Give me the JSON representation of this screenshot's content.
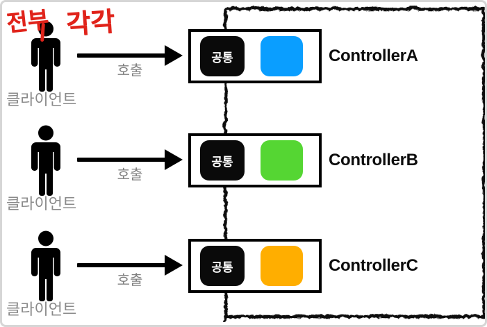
{
  "annotation": {
    "word1": "전부",
    "word2": "각각",
    "color": "#e0231a"
  },
  "boundary_box": {
    "border_color": "#111111",
    "style": "hand-drawn"
  },
  "rows": [
    {
      "client_icon": "person-silhouette-icon",
      "client_label": "클라이언트",
      "call_label": "호출",
      "common_label": "공통",
      "component_color": "#0a9eff",
      "controller_name": "ControllerA"
    },
    {
      "client_icon": "person-silhouette-icon",
      "client_label": "클라이언트",
      "call_label": "호출",
      "common_label": "공통",
      "component_color": "#55d633",
      "controller_name": "ControllerB"
    },
    {
      "client_icon": "person-silhouette-icon",
      "client_label": "클라이언트",
      "call_label": "호출",
      "common_label": "공통",
      "component_color": "#ffae00",
      "controller_name": "ControllerC"
    }
  ],
  "colors": {
    "client_label": "#8a8a8a",
    "call_label": "#7f7f7f",
    "arrow": "#000000",
    "common_box": "#0a0a0a",
    "controller_border": "#000000",
    "frame_border": "#d6d6d6"
  }
}
